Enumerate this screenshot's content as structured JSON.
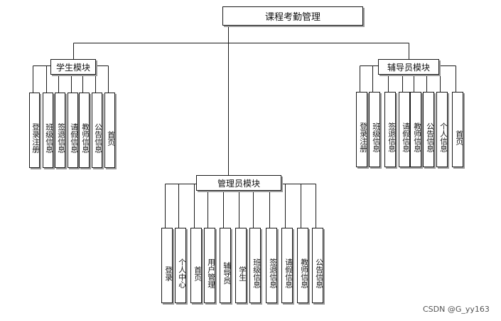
{
  "diagram": {
    "root": {
      "label": "课程考勤管理"
    },
    "modules": [
      {
        "label": "学生模块",
        "children": [
          "登录注册",
          "班级信息",
          "签退信息",
          "请假信息",
          "教师信息",
          "公告信息",
          "首页"
        ]
      },
      {
        "label": "辅导员模块",
        "children": [
          "登录注册",
          "班级信息",
          "签退信息",
          "请假信息",
          "教师信息",
          "公告信息",
          "个人信息",
          "首页"
        ]
      },
      {
        "label": "管理员模块",
        "children": [
          "登录",
          "个人中心",
          "首页",
          "用户管理",
          "辅导员",
          "学生",
          "班级信息",
          "签退信息",
          "请假信息",
          "教师信息",
          "公告信息"
        ]
      }
    ]
  },
  "watermark": "CSDN @G_yy163",
  "colors": {
    "line": "#1a1a1a",
    "border": "#1a1a1a",
    "shadow": "#9a9a9a"
  }
}
